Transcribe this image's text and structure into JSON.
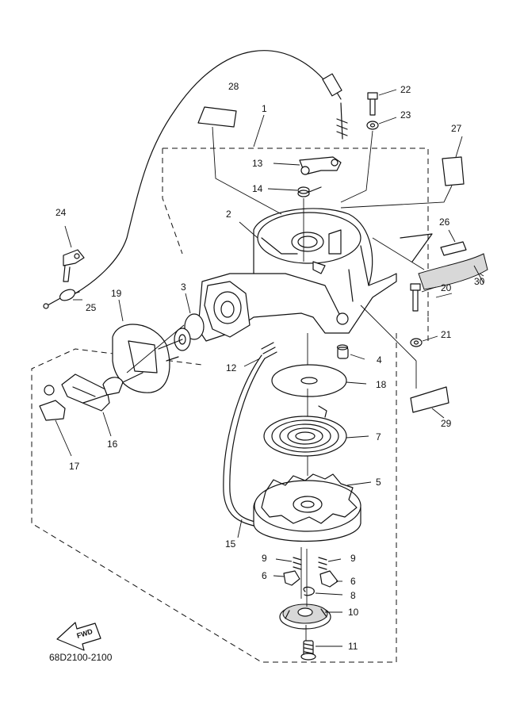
{
  "callouts": [
    {
      "id": "1",
      "label": "1"
    },
    {
      "id": "2",
      "label": "2"
    },
    {
      "id": "3",
      "label": "3"
    },
    {
      "id": "4",
      "label": "4"
    },
    {
      "id": "5",
      "label": "5"
    },
    {
      "id": "6a",
      "label": "6"
    },
    {
      "id": "6b",
      "label": "6"
    },
    {
      "id": "7",
      "label": "7"
    },
    {
      "id": "8",
      "label": "8"
    },
    {
      "id": "9a",
      "label": "9"
    },
    {
      "id": "9b",
      "label": "9"
    },
    {
      "id": "10",
      "label": "10"
    },
    {
      "id": "11",
      "label": "11"
    },
    {
      "id": "12",
      "label": "12"
    },
    {
      "id": "13",
      "label": "13"
    },
    {
      "id": "14",
      "label": "14"
    },
    {
      "id": "15",
      "label": "15"
    },
    {
      "id": "16",
      "label": "16"
    },
    {
      "id": "17",
      "label": "17"
    },
    {
      "id": "18",
      "label": "18"
    },
    {
      "id": "19",
      "label": "19"
    },
    {
      "id": "20",
      "label": "20"
    },
    {
      "id": "21",
      "label": "21"
    },
    {
      "id": "22",
      "label": "22"
    },
    {
      "id": "23",
      "label": "23"
    },
    {
      "id": "24",
      "label": "24"
    },
    {
      "id": "25",
      "label": "25"
    },
    {
      "id": "26",
      "label": "26"
    },
    {
      "id": "27",
      "label": "27"
    },
    {
      "id": "28",
      "label": "28"
    },
    {
      "id": "29",
      "label": "29"
    },
    {
      "id": "30",
      "label": "30"
    }
  ],
  "fwd_label": "FWD",
  "drawing_code": "68D2100-2100"
}
